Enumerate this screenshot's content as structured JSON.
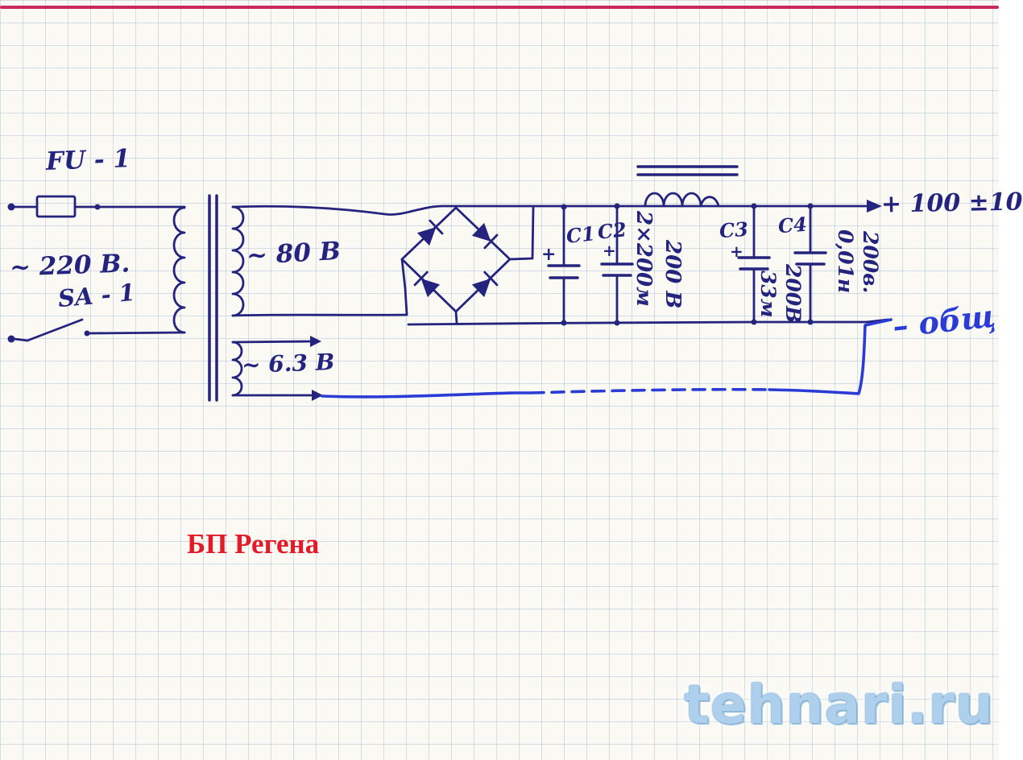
{
  "page": {
    "title": "БП Регена",
    "watermark": "tehnari.ru"
  },
  "schematic": {
    "fuse_label": "FU - 1",
    "mains_label": "~ 220 В.",
    "switch_label": "SA - 1",
    "secondary_hv_label": "~ 80 В",
    "secondary_lv_label": "~ 6.3 В",
    "cap1_label": "C1",
    "cap2_label": "C2",
    "cap12_value": "2×200м",
    "cap12_voltage": "200 В",
    "cap3_label": "C3",
    "cap3_value": "33м",
    "cap3_voltage": "200В",
    "cap4_label": "C4",
    "cap4_value": "0,01н",
    "cap4_voltage": "200в.",
    "output_positive": "+ 100 ±10",
    "output_negative": "– общ",
    "plus_sign": "+"
  },
  "colors": {
    "ink": "#24247e",
    "bluepen": "#2b3bd6",
    "red": "#e51a28",
    "pink": "#c92a5e",
    "wm": "#aed0ec"
  }
}
